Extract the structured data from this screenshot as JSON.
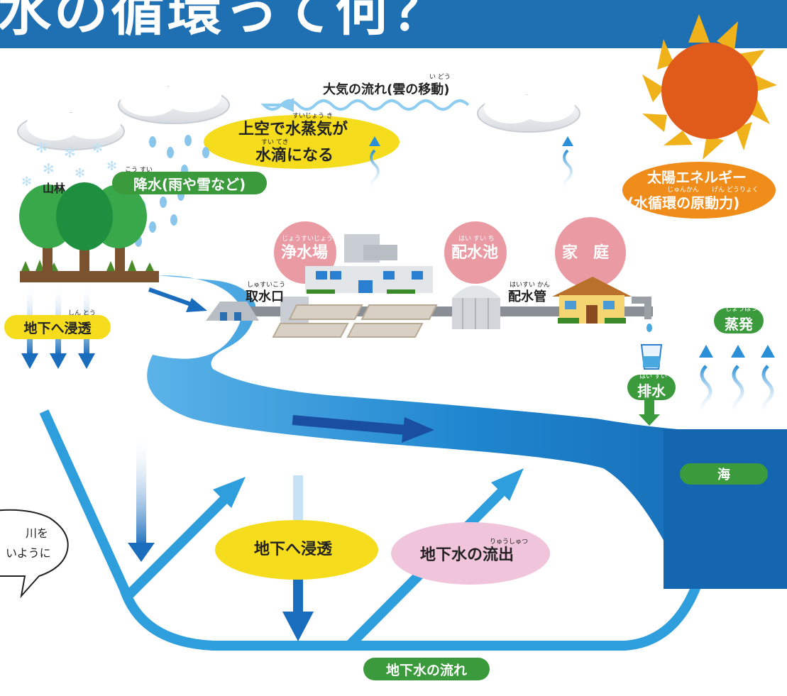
{
  "header": {
    "title": "水の循環って何？",
    "bg": "#1f6fb3"
  },
  "atmosphere": {
    "label": "大気の流れ(雲の移動)",
    "ruby": "い どう"
  },
  "condensation": {
    "line1": "上空で水蒸気が",
    "line2": "水滴になる",
    "ruby1": "すいじょう き",
    "ruby2": "すい てき"
  },
  "precipitation": {
    "label": "降水(雨や雪など)",
    "ruby": "こう すい"
  },
  "forest": {
    "label": "山林"
  },
  "infiltration_left": {
    "label": "地下へ浸透",
    "ruby": "しん とう"
  },
  "sun": {
    "line1": "太陽エネルギー",
    "line2": "(水循環の原動力)",
    "ruby": "じゅんかん　　げん どうりょく"
  },
  "facilities": {
    "purification": {
      "label": "浄水場",
      "ruby": "じょうすいじょう"
    },
    "reservoir": {
      "label": "配水池",
      "ruby": "はい すい ち"
    },
    "home": {
      "label": "家　庭"
    },
    "intake": {
      "label": "取水口",
      "ruby": "しゅすいこう"
    },
    "pipe": {
      "label": "配水管",
      "ruby": "はいすい かん"
    }
  },
  "drain": {
    "label": "排水",
    "ruby": "はい すい"
  },
  "evaporation": {
    "label": "蒸発",
    "ruby": "じょうはつ"
  },
  "sea": {
    "label": "海"
  },
  "infiltration_center": {
    "label": "地下へ浸透"
  },
  "outflow": {
    "label": "地下水の流出",
    "ruby": "りゅうしゅつ"
  },
  "groundwater_flow": {
    "label": "地下水の流れ"
  },
  "bubble": {
    "line1": "川を",
    "line2": "いように"
  },
  "colors": {
    "river": "#1a7fc9",
    "groundwater": "#2e9fdc",
    "green_pill": "#3a9a3c",
    "yellow": "#f5dd1e",
    "pink_circle": "#e99aa2",
    "sun_orange": "#e05a1a",
    "sun_ray": "#f0a21a",
    "sun_label": "#f08c1a"
  }
}
